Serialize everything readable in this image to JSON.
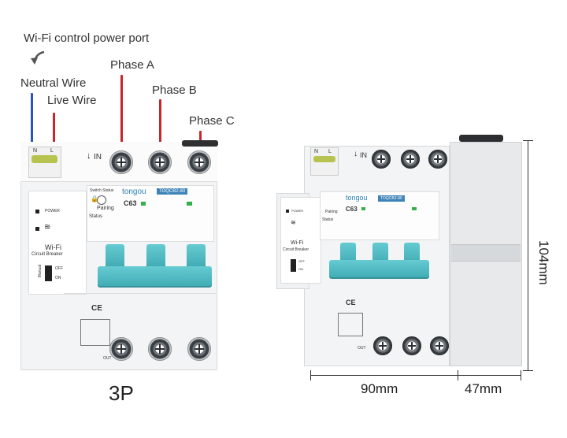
{
  "callouts": {
    "wifi_port": "Wi-Fi control power port",
    "neutral": "Neutral Wire",
    "live": "Live Wire",
    "phase_a": "Phase A",
    "phase_b": "Phase B",
    "phase_c": "Phase C"
  },
  "left_device": {
    "terminal_n": "N",
    "terminal_l": "L",
    "in_label": "IN",
    "power": "POWER",
    "brand": "tongou",
    "model": "TOQCB2-80",
    "rating": "C63",
    "switch_status": "Switch Status",
    "pairing": "Pairing",
    "status": "Status",
    "wifi": "Wi-Fi",
    "circuit_breaker": "Circuit Breaker",
    "off": "OFF",
    "on": "ON",
    "manual": "Manual",
    "ce": "CE",
    "out": "OUT"
  },
  "right_device": {
    "terminal_n": "N",
    "terminal_l": "L",
    "in_label": "IN",
    "power": "POWER",
    "brand": "tongou",
    "model": "TOQCB2-80",
    "rating": "C63",
    "pairing": "Pairing",
    "status": "Status",
    "wifi": "Wi-Fi",
    "circuit_breaker": "Circuit Breaker",
    "off": "OFF",
    "on": "ON",
    "ce": "CE",
    "out": "OUT"
  },
  "caption": "3P",
  "dimensions": {
    "height": "104mm",
    "width": "90mm",
    "depth": "47mm"
  },
  "colors": {
    "neutral_wire": "#2b56b8",
    "phase_wire": "#c8262a",
    "lever": "#4dbcc4",
    "indicator": "#33b04a"
  }
}
